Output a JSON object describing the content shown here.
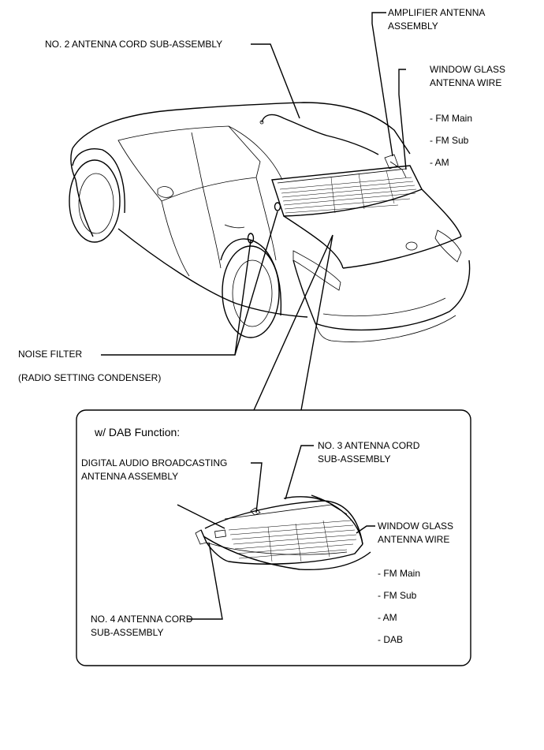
{
  "main_diagram": {
    "labels": {
      "no2_cord": "NO. 2 ANTENNA CORD SUB-ASSEMBLY",
      "amp_antenna_1": "AMPLIFIER ANTENNA",
      "amp_antenna_2": "ASSEMBLY",
      "window_wire_1": "WINDOW GLASS",
      "window_wire_2": "ANTENNA WIRE",
      "fm_main": "- FM Main",
      "fm_sub": "- FM Sub",
      "am": "- AM",
      "noise_filter": "NOISE FILTER",
      "radio_condenser": "(RADIO SETTING CONDENSER)"
    }
  },
  "dab_inset": {
    "title": "w/ DAB Function:",
    "labels": {
      "dab_antenna_1": "DIGITAL AUDIO BROADCASTING",
      "dab_antenna_2": "ANTENNA ASSEMBLY",
      "no3_cord_1": "NO. 3 ANTENNA CORD",
      "no3_cord_2": "SUB-ASSEMBLY",
      "window_wire_1": "WINDOW GLASS",
      "window_wire_2": "ANTENNA WIRE",
      "fm_main": "- FM Main",
      "fm_sub": "- FM Sub",
      "am": "- AM",
      "dab": "- DAB",
      "no4_cord_1": "NO. 4 ANTENNA CORD",
      "no4_cord_2": "SUB-ASSEMBLY"
    }
  }
}
